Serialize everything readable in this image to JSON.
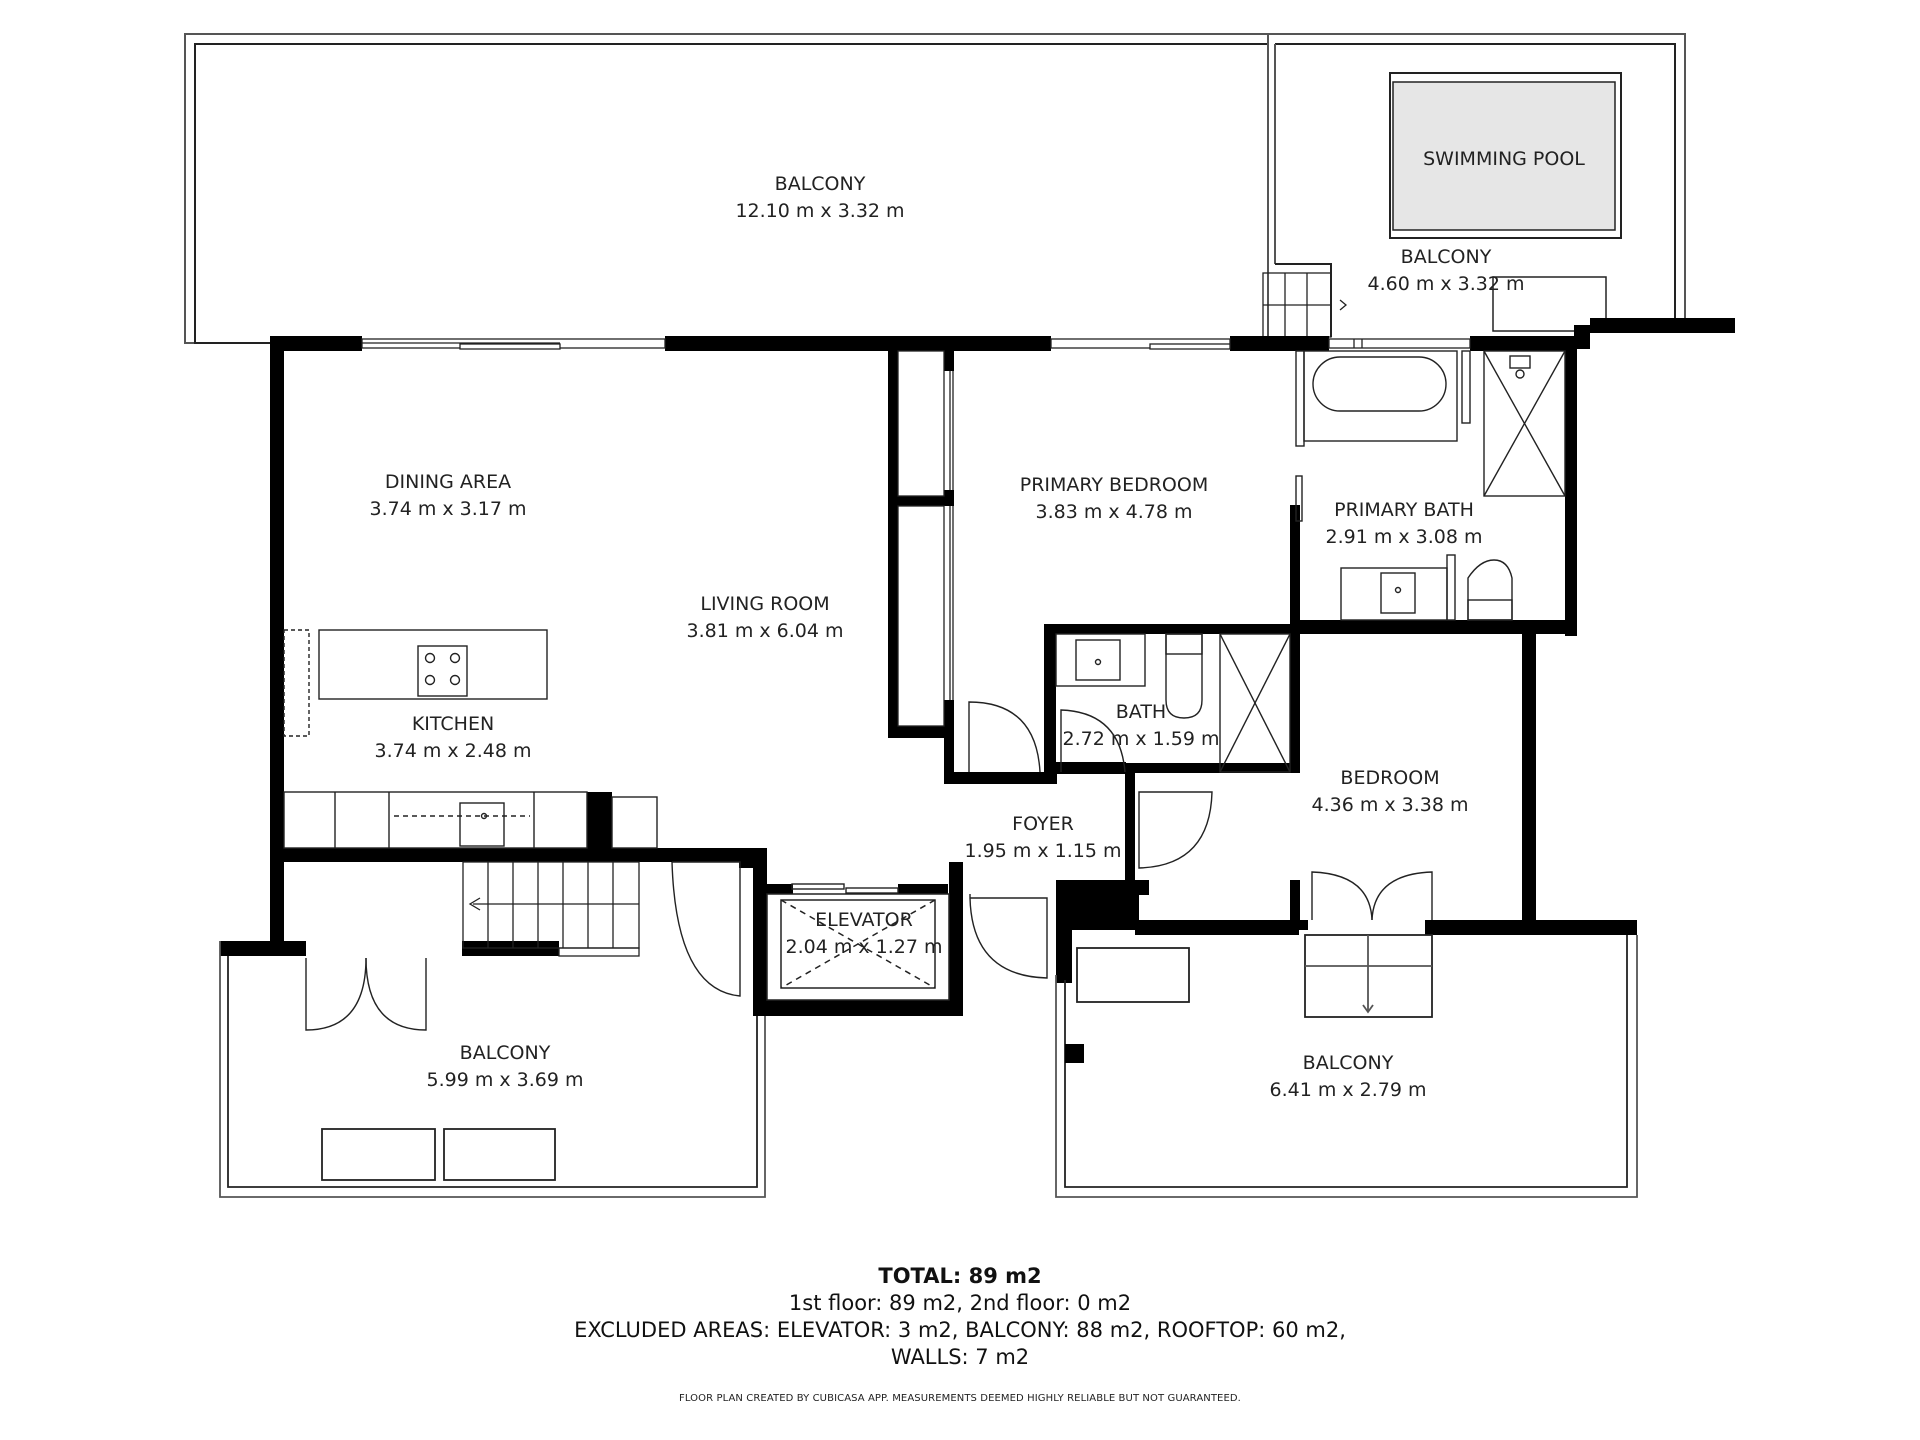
{
  "rooms": {
    "balcony_top": {
      "name": "BALCONY",
      "dims": "12.10 m x 3.32 m"
    },
    "swimming_pool": {
      "name": "SWIMMING POOL"
    },
    "balcony_pool": {
      "name": "BALCONY",
      "dims": "4.60 m x 3.32 m"
    },
    "dining_area": {
      "name": "DINING AREA",
      "dims": "3.74 m x 3.17 m"
    },
    "living_room": {
      "name": "LIVING ROOM",
      "dims": "3.81 m x 6.04 m"
    },
    "kitchen": {
      "name": "KITCHEN",
      "dims": "3.74 m x 2.48 m"
    },
    "primary_bedroom": {
      "name": "PRIMARY BEDROOM",
      "dims": "3.83 m x 4.78 m"
    },
    "primary_bath": {
      "name": "PRIMARY BATH",
      "dims": "2.91 m x 3.08 m"
    },
    "bath": {
      "name": "BATH",
      "dims": "2.72 m x 1.59 m"
    },
    "bedroom": {
      "name": "BEDROOM",
      "dims": "4.36 m x 3.38 m"
    },
    "foyer": {
      "name": "FOYER",
      "dims": "1.95 m x 1.15 m"
    },
    "elevator": {
      "name": "ELEVATOR",
      "dims": "2.04 m x 1.27 m"
    },
    "balcony_left": {
      "name": "BALCONY",
      "dims": "5.99 m x 3.69 m"
    },
    "balcony_right": {
      "name": "BALCONY",
      "dims": "6.41 m x 2.79 m"
    }
  },
  "summary": {
    "total": "TOTAL: 89 m2",
    "floors": "1st floor: 89 m2, 2nd floor: 0 m2",
    "excluded": "EXCLUDED AREAS: ELEVATOR: 3 m2, BALCONY: 88 m2, ROOFTOP: 60 m2,",
    "walls": "WALLS: 7 m2"
  },
  "credit": "FLOOR PLAN CREATED BY CUBICASA APP. MEASUREMENTS DEEMED HIGHLY RELIABLE BUT NOT GUARANTEED.",
  "colors": {
    "wall": "#000000",
    "pool": "#e6e6e6",
    "outline": "#555555"
  }
}
